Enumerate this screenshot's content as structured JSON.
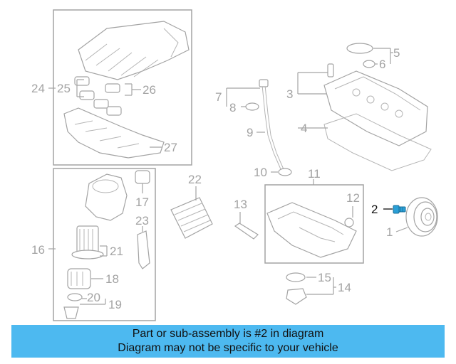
{
  "colors": {
    "banner_bg": "#4db9f0",
    "drawing": "#a3a3a3",
    "highlight_part": "#2a9fd6"
  },
  "callouts": {
    "c1": "1",
    "c2": "2",
    "c3": "3",
    "c4": "4",
    "c5": "5",
    "c6": "6",
    "c7": "7",
    "c8": "8",
    "c9": "9",
    "c10": "10",
    "c11": "11",
    "c12": "12",
    "c13": "13",
    "c14": "14",
    "c15": "15",
    "c16": "16",
    "c17": "17",
    "c18": "18",
    "c19": "19",
    "c20": "20",
    "c21": "21",
    "c22": "22",
    "c23": "23",
    "c24": "24",
    "c25": "25",
    "c26": "26",
    "c27": "27"
  },
  "banner": {
    "line1": "Part or sub-assembly is #2 in diagram",
    "line2": "Diagram may not be specific to your vehicle"
  }
}
